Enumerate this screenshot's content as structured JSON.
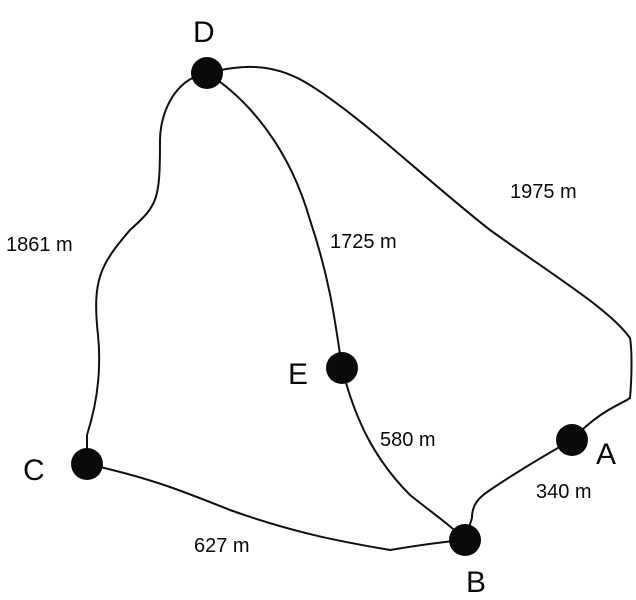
{
  "nodes": {
    "A": {
      "label": "A"
    },
    "B": {
      "label": "B"
    },
    "C": {
      "label": "C"
    },
    "D": {
      "label": "D"
    },
    "E": {
      "label": "E"
    }
  },
  "edges": {
    "D_C": {
      "from": "D",
      "to": "C",
      "distance": "1861 m"
    },
    "D_E": {
      "from": "D",
      "to": "E",
      "distance": "1725 m"
    },
    "D_A": {
      "from": "D",
      "to": "A",
      "distance": "1975 m"
    },
    "E_B": {
      "from": "E",
      "to": "B",
      "distance": "580 m"
    },
    "A_B": {
      "from": "A",
      "to": "B",
      "distance": "340 m"
    },
    "C_B": {
      "from": "C",
      "to": "B",
      "distance": "627 m"
    }
  },
  "colors": {
    "ink": "#0a0a0a",
    "background": "#ffffff"
  }
}
